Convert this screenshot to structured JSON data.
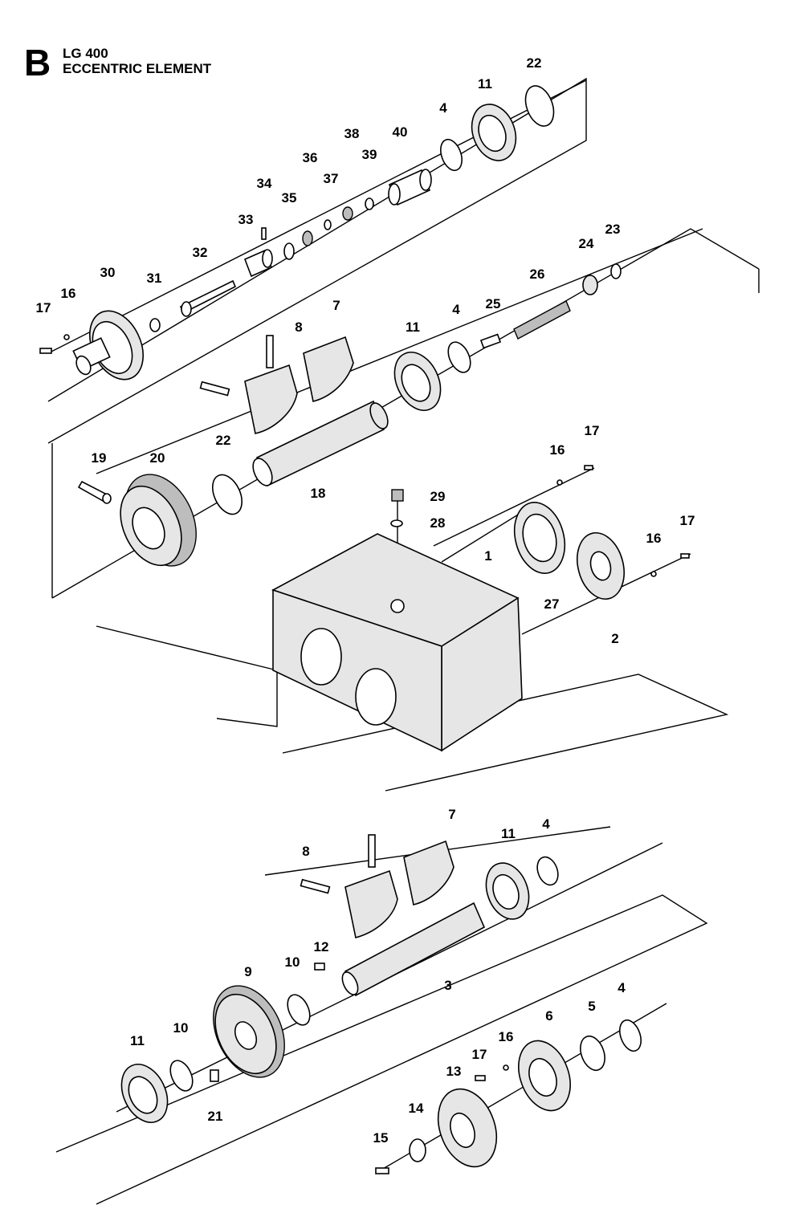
{
  "header": {
    "section_letter": "B",
    "model": "LG 400",
    "assembly": "ECCENTRIC ELEMENT"
  },
  "callouts": [
    "22",
    "11",
    "4",
    "40",
    "39",
    "38",
    "37",
    "36",
    "35",
    "34",
    "33",
    "32",
    "31",
    "30",
    "16",
    "17",
    "8",
    "7",
    "11",
    "4",
    "25",
    "26",
    "24",
    "23",
    "19",
    "20",
    "22",
    "18",
    "16",
    "17",
    "29",
    "28",
    "1",
    "27",
    "17",
    "16",
    "2",
    "7",
    "11",
    "4",
    "8",
    "12",
    "3",
    "9",
    "10",
    "11",
    "10",
    "21",
    "17",
    "16",
    "6",
    "5",
    "4",
    "13",
    "14",
    "15"
  ],
  "parts": [
    {
      "id": "1",
      "icon": "gearbox-housing-icon"
    },
    {
      "id": "2",
      "icon": "bearing-cover-icon"
    },
    {
      "id": "3",
      "icon": "eccentric-shaft-icon"
    },
    {
      "id": "7",
      "icon": "eccentric-weight-icon"
    },
    {
      "id": "9",
      "icon": "gear-wheel-icon"
    },
    {
      "id": "11",
      "icon": "ball-bearing-icon"
    },
    {
      "id": "13",
      "icon": "belt-pulley-icon"
    },
    {
      "id": "20",
      "icon": "gear-wheel-icon"
    },
    {
      "id": "26",
      "icon": "coil-spring-icon"
    },
    {
      "id": "30",
      "icon": "flange-hub-icon"
    }
  ]
}
